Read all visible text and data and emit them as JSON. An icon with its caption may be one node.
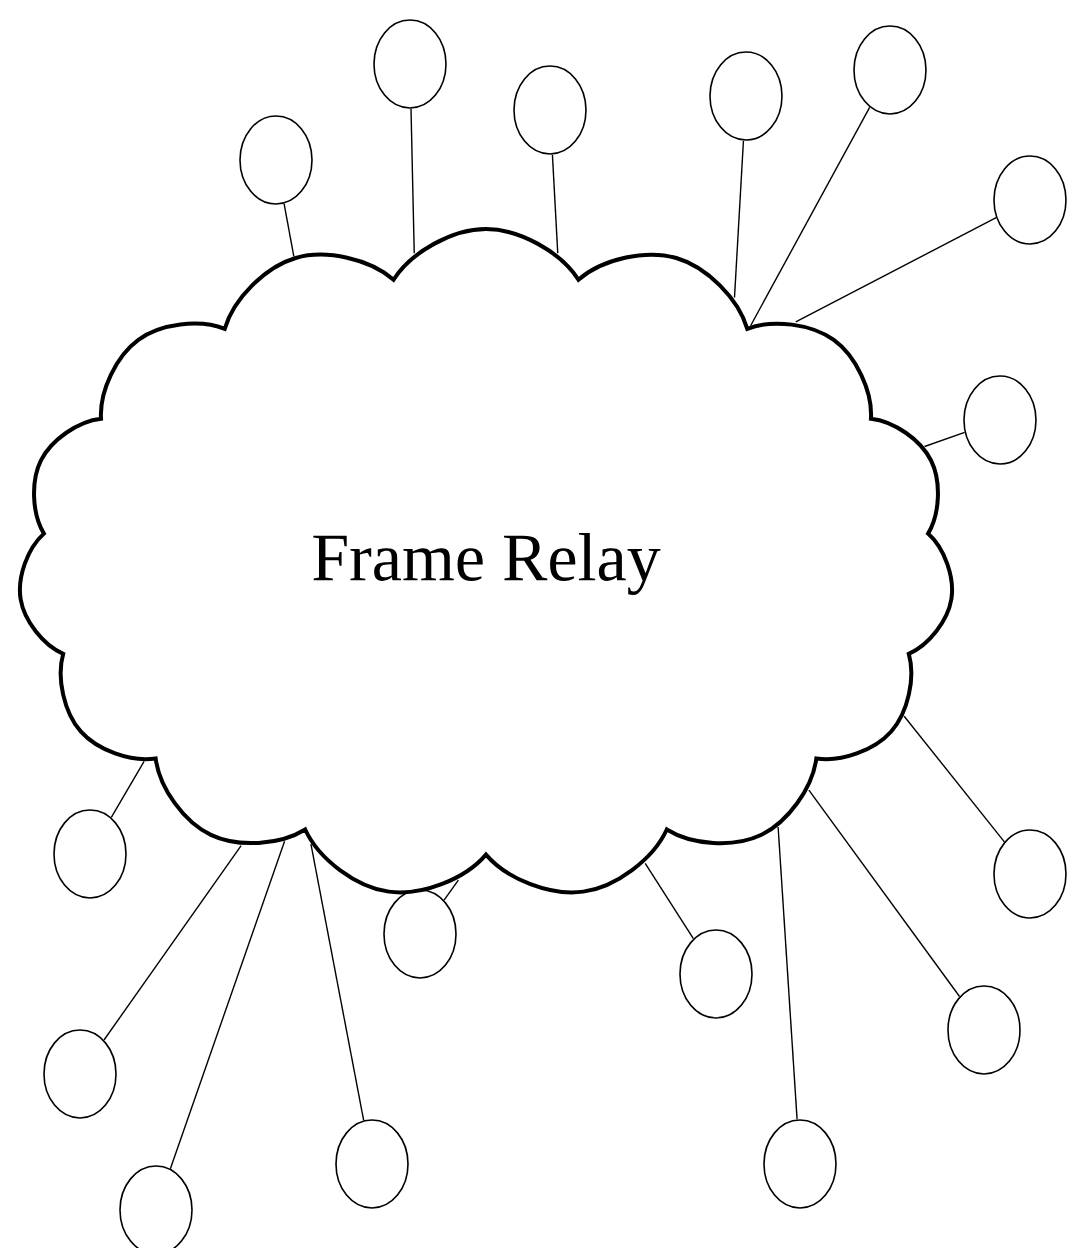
{
  "diagram": {
    "nodes": [
      {
        "text": [
          "Frame Relay"
        ]
      },
      {
        "text": [],
        "shape": "circle"
      },
      {
        "text": [],
        "shape": "circle"
      },
      {
        "text": [],
        "shape": "circle"
      },
      {
        "text": [],
        "shape": "circle"
      },
      {
        "text": [],
        "shape": "circle"
      },
      {
        "text": [],
        "shape": "circle"
      },
      {
        "text": [],
        "shape": "circle"
      },
      {
        "text": [],
        "shape": "circle"
      },
      {
        "text": [],
        "shape": "circle"
      },
      {
        "text": [],
        "shape": "circle"
      },
      {
        "text": [],
        "shape": "circle"
      },
      {
        "text": [],
        "shape": "circle"
      },
      {
        "text": [],
        "shape": "circle"
      },
      {
        "text": [],
        "shape": "circle"
      },
      {
        "text": [],
        "shape": "circle"
      },
      {
        "text": [],
        "shape": "circle"
      }
    ],
    "edges": [
      {
        "from": 0,
        "to": 1,
        "arrow": "none"
      },
      {
        "from": 0,
        "to": 2,
        "arrow": "none"
      },
      {
        "from": 0,
        "to": 3,
        "arrow": "none"
      },
      {
        "from": 0,
        "to": 4,
        "arrow": "none"
      },
      {
        "from": 0,
        "to": 5,
        "arrow": "none"
      },
      {
        "from": 0,
        "to": 6,
        "arrow": "none"
      },
      {
        "from": 0,
        "to": 7,
        "arrow": "none"
      },
      {
        "from": 0,
        "to": 8,
        "arrow": "none"
      },
      {
        "from": 0,
        "to": 9,
        "arrow": "none"
      },
      {
        "from": 0,
        "to": 10,
        "arrow": "none"
      },
      {
        "from": 0,
        "to": 11,
        "arrow": "none"
      },
      {
        "from": 0,
        "to": 12,
        "arrow": "none"
      },
      {
        "from": 0,
        "to": 13,
        "arrow": "none"
      },
      {
        "from": 0,
        "to": 14,
        "arrow": "none"
      },
      {
        "from": 0,
        "to": 15,
        "arrow": "none"
      },
      {
        "from": 0,
        "to": 16,
        "arrow": "none"
      }
    ]
  }
}
